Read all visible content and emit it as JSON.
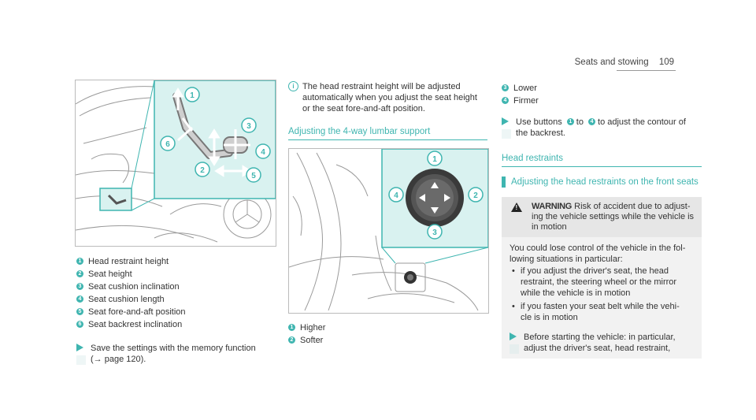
{
  "header": {
    "section": "Seats and stowing",
    "page": "109"
  },
  "col1": {
    "items": [
      {
        "n": "1",
        "label": "Head restraint height"
      },
      {
        "n": "2",
        "label": "Seat height"
      },
      {
        "n": "3",
        "label": "Seat cushion inclination"
      },
      {
        "n": "4",
        "label": "Seat cushion length"
      },
      {
        "n": "5",
        "label": "Seat fore-and-aft position"
      },
      {
        "n": "6",
        "label": "Seat backrest inclination"
      }
    ],
    "action_line1": "Save the settings with the memory function",
    "action_line2": "(→ page 120)."
  },
  "col2": {
    "note_line1": "The head restraint height will be adjusted",
    "note_line2": "automatically when you adjust the seat height",
    "note_line3": "or the seat fore-and-aft position.",
    "heading": "Adjusting the 4-way lumbar support",
    "items": [
      {
        "n": "1",
        "label": "Higher"
      },
      {
        "n": "2",
        "label": "Softer"
      }
    ]
  },
  "col3": {
    "items": [
      {
        "n": "3",
        "label": "Lower"
      },
      {
        "n": "4",
        "label": "Firmer"
      }
    ],
    "action_pre": "Use buttons",
    "action_n1": "1",
    "action_to": "to",
    "action_n2": "4",
    "action_post": "to adjust the contour of",
    "action_line2": "the backrest.",
    "heading": "Head restraints",
    "subheading": "Adjusting the head restraints on the front seats",
    "warning": {
      "title": "WARNING",
      "line1": "Risk of accident due to adjust-",
      "line2": "ing the vehicle settings while the vehicle is",
      "line3": "in motion"
    },
    "body_line1": "You could lose control of the vehicle in the fol-",
    "body_line2": "lowing situations in particular:",
    "bullets": [
      {
        "l1": "if you adjust the driver's seat, the head",
        "l2": "restraint, the steering wheel or the mirror",
        "l3": "while the vehicle is in motion"
      },
      {
        "l1": "if you fasten your seat belt while the vehi-",
        "l2": "cle is in motion"
      }
    ],
    "action2_line1": "Before starting the vehicle: in particular,",
    "action2_line2": "adjust the driver's seat, head restraint,"
  },
  "figure1": {
    "callouts": [
      "1",
      "2",
      "3",
      "4",
      "5",
      "6"
    ],
    "colors": {
      "accent": "#3fb5b0",
      "inset": "#d9f2f0",
      "line": "#8a8a8a"
    }
  },
  "figure2": {
    "callouts": [
      "1",
      "2",
      "3",
      "4"
    ]
  }
}
